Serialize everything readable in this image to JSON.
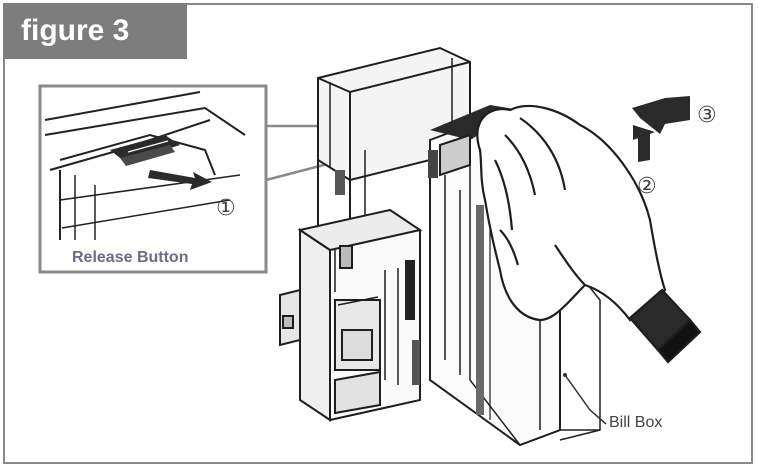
{
  "figure": {
    "title": "figure 3",
    "inset_label": "Release Button",
    "callout_label": "Bill Box",
    "step_markers": [
      "①",
      "②",
      "③"
    ]
  },
  "colors": {
    "frame": "#8a8a8a",
    "title_bg": "#7d7d7d",
    "title_text": "#ffffff",
    "line": "#1e1e1e"
  },
  "icons": [
    "hand-icon",
    "arrow-icon"
  ]
}
